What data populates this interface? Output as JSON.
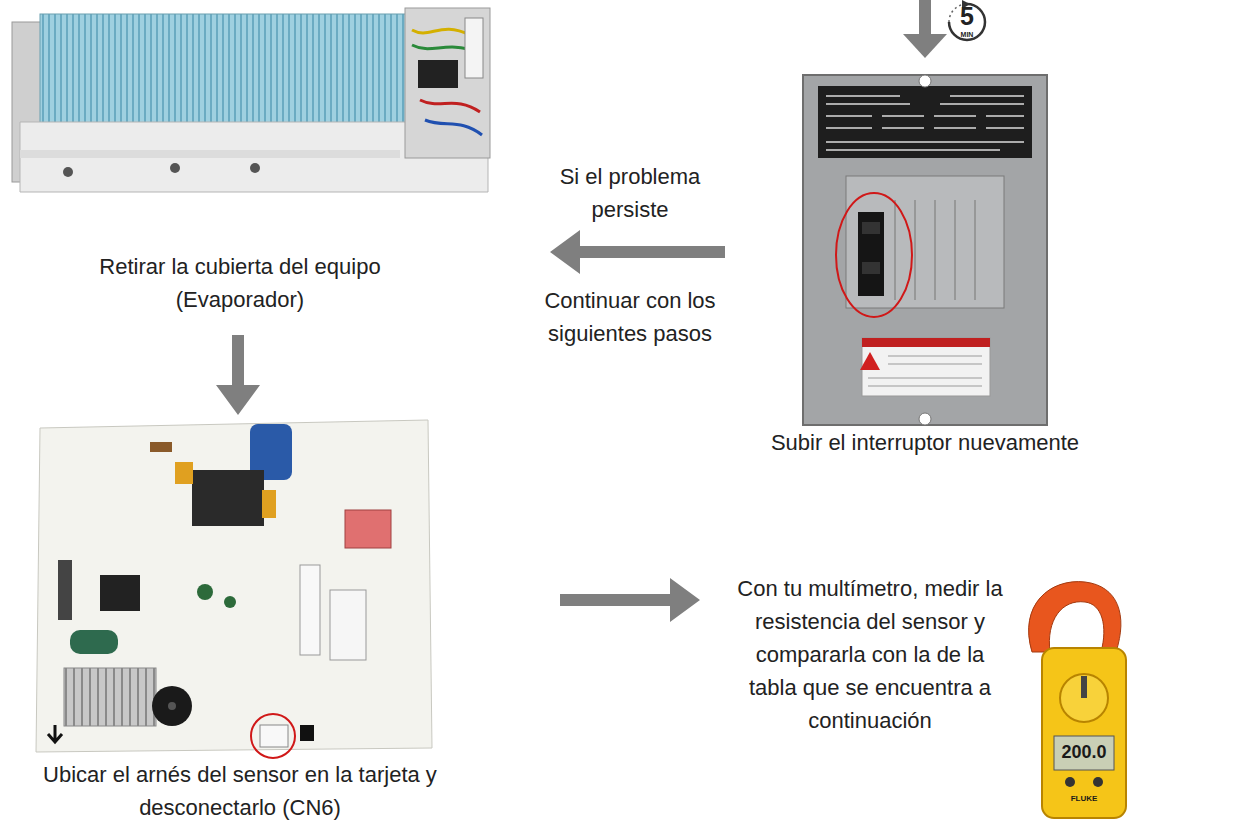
{
  "diagram": {
    "nodes": [
      {
        "text": [
          "Retirar la cubierta del equipo (Evaporador)"
        ]
      },
      {
        "text": [
          "Subir el interruptor nuevamente"
        ]
      },
      {
        "text": [
          "Ubicar el arnés del sensor en la tarjeta y desconectarlo (CN6)"
        ]
      },
      {
        "text": [
          "Con tu multímetro, medir la resistencia del sensor y compararla con la de la tabla que se encuentra a continuación"
        ]
      }
    ],
    "edges": [
      {
        "from": 1,
        "to": 0,
        "arrow": "to",
        "label": "Si el problema persiste"
      },
      {
        "from": 0,
        "to": 2,
        "arrow": "to"
      },
      {
        "from": 2,
        "to": 3,
        "arrow": "to"
      }
    ],
    "labels": [
      "Continuar con los siguientes pasos",
      "5",
      "MIN",
      "200.0",
      "FLUKE"
    ]
  }
}
